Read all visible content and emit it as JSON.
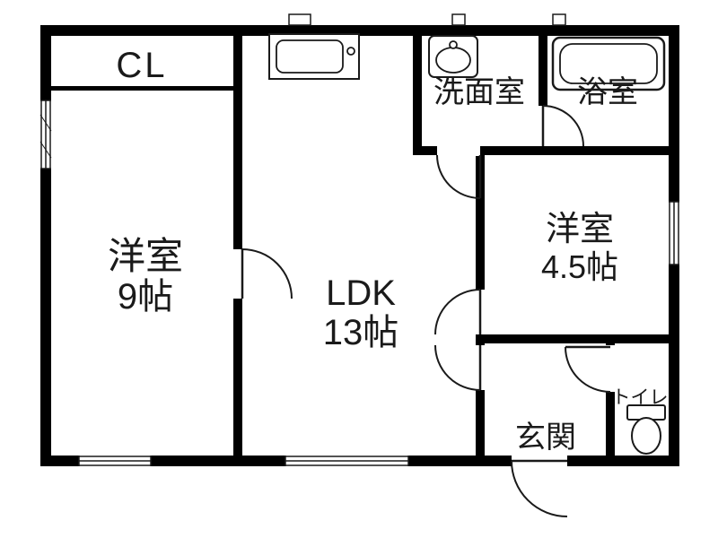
{
  "floorplan": {
    "rooms": {
      "closet": {
        "label": "CL"
      },
      "bedroom_left": {
        "name": "洋室",
        "size": "9帖"
      },
      "ldk": {
        "name": "LDK",
        "size": "13帖"
      },
      "washroom": {
        "name": "洗面室"
      },
      "bathroom": {
        "name": "浴室"
      },
      "bedroom_right": {
        "name": "洋室",
        "size": "4.5帖"
      },
      "entrance": {
        "name": "玄関"
      },
      "toilet": {
        "name": "トイレ"
      }
    },
    "colors": {
      "wall": "#000000",
      "floor": "#ffffff",
      "line": "#1a1a1a"
    }
  }
}
